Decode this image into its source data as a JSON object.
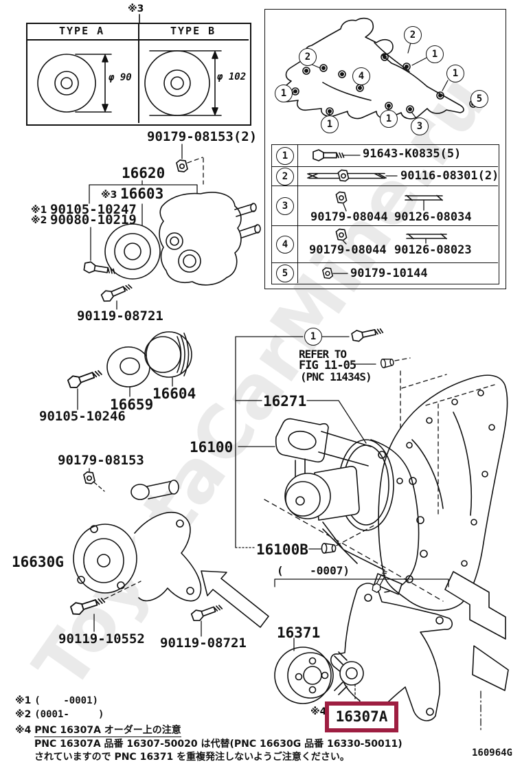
{
  "doc": {
    "code": "160964G",
    "watermark": "ToyotaCarMine.ru"
  },
  "colors": {
    "highlight_box": "#9e1e41",
    "line": "#111111"
  },
  "type_table": {
    "ref": "※3",
    "col_a": "TYPE A",
    "col_b": "TYPE B",
    "dia_a": "φ 90",
    "dia_b": "φ 102"
  },
  "fastener_table": {
    "rows": [
      {
        "num": "1",
        "part1": "91643-K0835(5)",
        "part2": ""
      },
      {
        "num": "2",
        "part1": "90116-08301(2)",
        "part2": ""
      },
      {
        "num": "3",
        "part1": "90179-08044",
        "part2": "90126-08034"
      },
      {
        "num": "4",
        "part1": "90179-08044",
        "part2": "90126-08023"
      },
      {
        "num": "5",
        "part1": "90179-10144",
        "part2": ""
      }
    ]
  },
  "engine_view": {
    "callouts": [
      "2",
      "1",
      "1",
      "2",
      "4",
      "1",
      "1",
      "1",
      "3",
      "5"
    ]
  },
  "labels": {
    "p90179_08153_2": "90179-08153(2)",
    "p16620": "16620",
    "m3": "※3",
    "p16603": "16603",
    "m1": "※1",
    "p90105_10247": "90105-10247",
    "m2": "※2",
    "p90080_10219": "90080-10219",
    "p90119_08721a": "90119-08721",
    "p16659": "16659",
    "p16604": "16604",
    "p90105_10246": "90105-10246",
    "p90179_08153": "90179-08153",
    "p16630g": "16630G",
    "p90119_10552": "90119-10552",
    "p90119_08721b": "90119-08721",
    "callout1": "1",
    "refer1": "REFER TO",
    "refer2": "FIG 11-05",
    "refer3": "(PNC 11434S)",
    "p16271": "16271",
    "p16100": "16100",
    "p16100b": "16100B",
    "range0007": "(    -0007)",
    "p16371": "16371",
    "m4": "※4",
    "p16307a": "16307A"
  },
  "notes": {
    "n1_mark": "※1",
    "n1_text": "(    -0001)",
    "n2_mark": "※2",
    "n2_text": "(0001-     )",
    "n4_mark": "※4",
    "n4_title": "PNC 16307A オーダー上の注意",
    "n4_line1": "PNC 16307A 品番 16307-50020 は代替(PNC 16630G 品番 16330-50011)",
    "n4_line2": "されていますので PNC 16371 を重複発注しないようご注意ください。"
  }
}
